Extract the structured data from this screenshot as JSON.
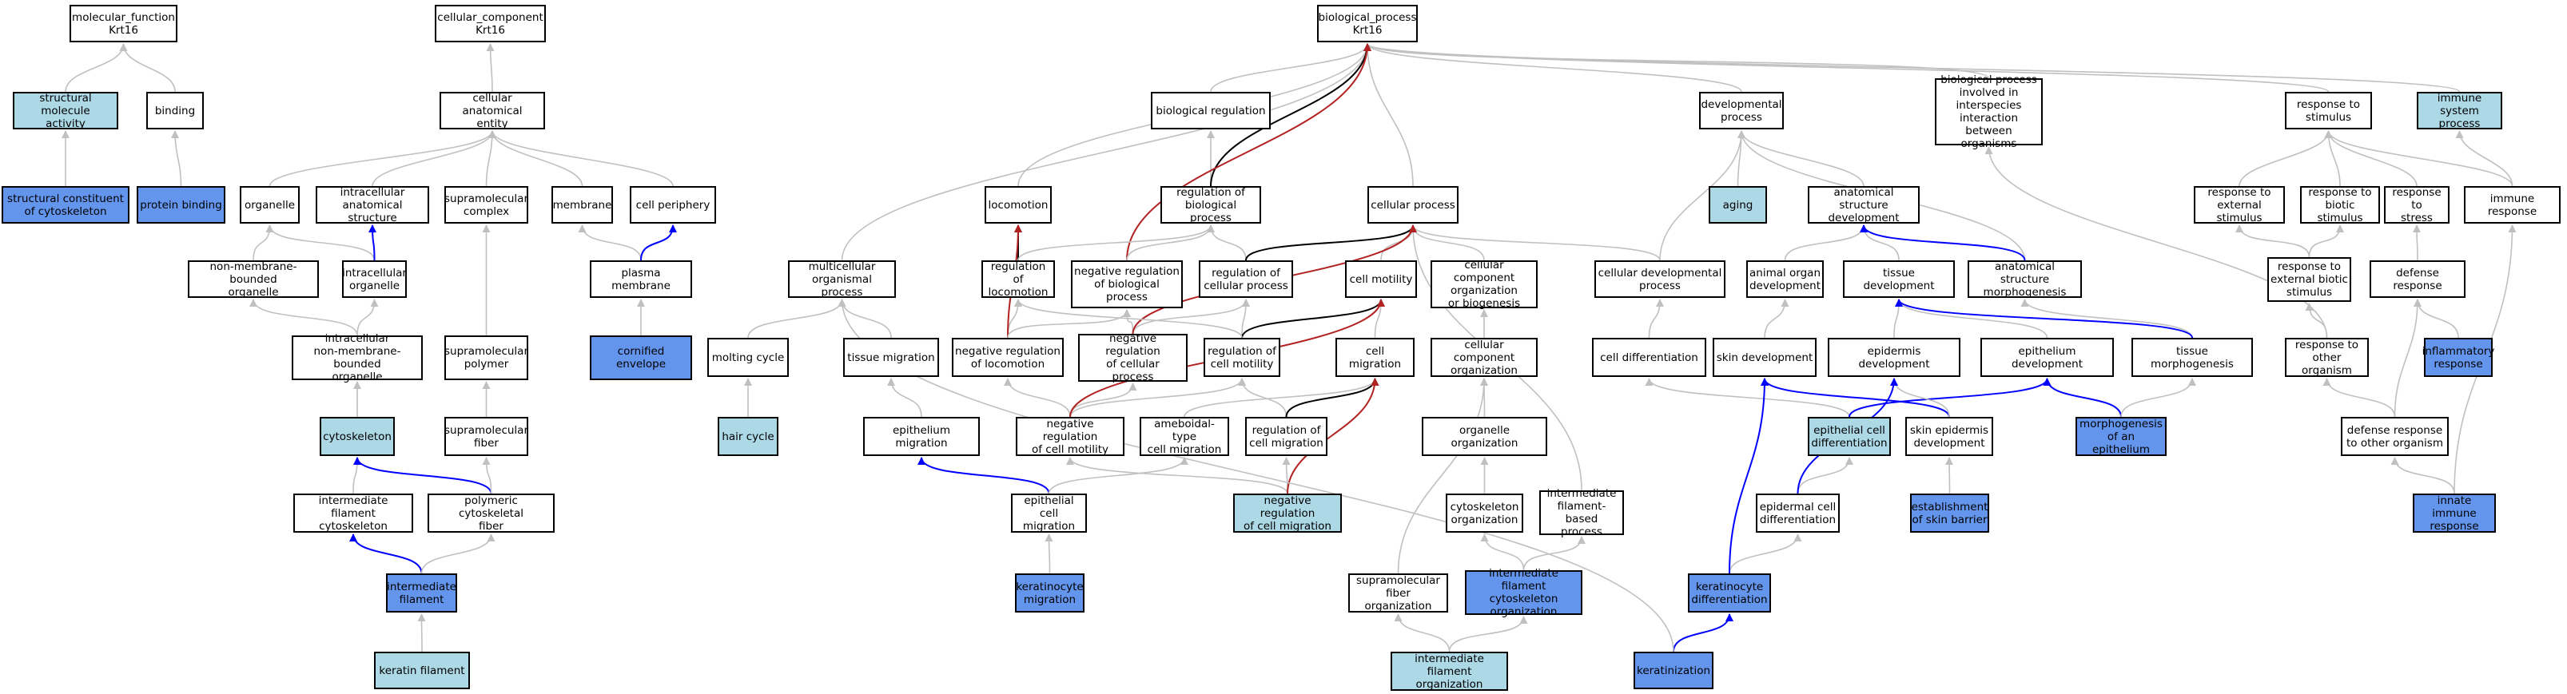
{
  "graph": {
    "nodes": {
      "mf_root": {
        "label": "molecular_function\nKrt16",
        "style": "plain"
      },
      "struct_mol": {
        "label": "structural molecule\nactivity",
        "style": "light"
      },
      "binding": {
        "label": "binding",
        "style": "plain"
      },
      "struct_const": {
        "label": "structural constituent\nof cytoskeleton",
        "style": "mid"
      },
      "protein_binding": {
        "label": "protein binding",
        "style": "mid"
      },
      "cc_root": {
        "label": "cellular_component\nKrt16",
        "style": "plain"
      },
      "cell_anat": {
        "label": "cellular anatomical\nentity",
        "style": "plain"
      },
      "organelle": {
        "label": "organelle",
        "style": "plain"
      },
      "intra_anat": {
        "label": "intracellular\nanatomical structure",
        "style": "plain"
      },
      "supramol_complex": {
        "label": "supramolecular\ncomplex",
        "style": "plain"
      },
      "membrane": {
        "label": "membrane",
        "style": "plain"
      },
      "cell_periphery": {
        "label": "cell periphery",
        "style": "plain"
      },
      "nonmem_org": {
        "label": "non-membrane-bounded\norganelle",
        "style": "plain"
      },
      "intra_org": {
        "label": "intracellular\norganelle",
        "style": "plain"
      },
      "plasma_mem": {
        "label": "plasma membrane",
        "style": "plain"
      },
      "intra_nonmem": {
        "label": "intracellular\nnon-membrane-bounded\norganelle",
        "style": "plain"
      },
      "supramol_polymer": {
        "label": "supramolecular\npolymer",
        "style": "plain"
      },
      "cornified": {
        "label": "cornified envelope",
        "style": "mid"
      },
      "cytoskeleton": {
        "label": "cytoskeleton",
        "style": "light"
      },
      "supramol_fiber": {
        "label": "supramolecular\nfiber",
        "style": "plain"
      },
      "if_cytoskel": {
        "label": "intermediate\nfilament cytoskeleton",
        "style": "plain"
      },
      "polymeric_fiber": {
        "label": "polymeric cytoskeletal\nfiber",
        "style": "plain"
      },
      "int_filament": {
        "label": "intermediate\nfilament",
        "style": "mid"
      },
      "keratin_filament": {
        "label": "keratin filament",
        "style": "light"
      },
      "bp_root": {
        "label": "biological_process\nKrt16",
        "style": "plain"
      },
      "bio_reg": {
        "label": "biological regulation",
        "style": "plain"
      },
      "dev_process": {
        "label": "developmental\nprocess",
        "style": "plain"
      },
      "interspecies": {
        "label": "biological process\ninvolved in\ninterspecies\ninteraction\nbetween organisms",
        "style": "plain"
      },
      "resp_stim": {
        "label": "response to\nstimulus",
        "style": "plain"
      },
      "immune_sys": {
        "label": "immune system\nprocess",
        "style": "light"
      },
      "locomotion": {
        "label": "locomotion",
        "style": "plain"
      },
      "reg_bio_proc": {
        "label": "regulation of\nbiological process",
        "style": "plain"
      },
      "cellular_proc": {
        "label": "cellular process",
        "style": "plain"
      },
      "aging": {
        "label": "aging",
        "style": "light"
      },
      "anat_dev": {
        "label": "anatomical structure\ndevelopment",
        "style": "plain"
      },
      "resp_ext": {
        "label": "response to\nexternal stimulus",
        "style": "plain"
      },
      "resp_biotic": {
        "label": "response to\nbiotic stimulus",
        "style": "plain"
      },
      "resp_stress": {
        "label": "response to\nstress",
        "style": "plain"
      },
      "immune_resp": {
        "label": "immune response",
        "style": "plain"
      },
      "multicell": {
        "label": "multicellular\norganismal process",
        "style": "plain"
      },
      "reg_locomotion": {
        "label": "regulation of\nlocomotion",
        "style": "plain"
      },
      "neg_reg_bio": {
        "label": "negative regulation\nof biological\nprocess",
        "style": "plain"
      },
      "reg_cell_proc": {
        "label": "regulation of\ncellular process",
        "style": "plain"
      },
      "cell_motility": {
        "label": "cell motility",
        "style": "plain"
      },
      "cc_org_biog": {
        "label": "cellular component\norganization\nor biogenesis",
        "style": "plain"
      },
      "cell_dev_proc": {
        "label": "cellular developmental\nprocess",
        "style": "plain"
      },
      "animal_organ": {
        "label": "animal organ\ndevelopment",
        "style": "plain"
      },
      "tissue_dev": {
        "label": "tissue development",
        "style": "plain"
      },
      "anat_morph": {
        "label": "anatomical structure\nmorphogenesis",
        "style": "plain"
      },
      "resp_ext_biotic": {
        "label": "response to\nexternal biotic\nstimulus",
        "style": "plain"
      },
      "defense_resp": {
        "label": "defense response",
        "style": "plain"
      },
      "molting": {
        "label": "molting cycle",
        "style": "plain"
      },
      "tissue_migration": {
        "label": "tissue migration",
        "style": "plain"
      },
      "neg_reg_loco": {
        "label": "negative regulation\nof locomotion",
        "style": "plain"
      },
      "neg_reg_cell_proc": {
        "label": "negative regulation\nof cellular\nprocess",
        "style": "plain"
      },
      "reg_cell_motility": {
        "label": "regulation of\ncell motility",
        "style": "plain"
      },
      "cell_migration": {
        "label": "cell migration",
        "style": "plain"
      },
      "cc_org": {
        "label": "cellular component\norganization",
        "style": "plain"
      },
      "cell_diff": {
        "label": "cell differentiation",
        "style": "plain"
      },
      "skin_dev": {
        "label": "skin development",
        "style": "plain"
      },
      "epidermis_dev": {
        "label": "epidermis development",
        "style": "plain"
      },
      "epithelium_dev": {
        "label": "epithelium development",
        "style": "plain"
      },
      "tissue_morph": {
        "label": "tissue morphogenesis",
        "style": "plain"
      },
      "resp_other_org": {
        "label": "response to\nother organism",
        "style": "plain"
      },
      "inflammatory": {
        "label": "inflammatory\nresponse",
        "style": "mid"
      },
      "hair_cycle": {
        "label": "hair cycle",
        "style": "light"
      },
      "epith_migration": {
        "label": "epithelium migration",
        "style": "plain"
      },
      "neg_reg_motility": {
        "label": "negative regulation\nof cell motility",
        "style": "plain"
      },
      "ameboid": {
        "label": "ameboidal-type\ncell migration",
        "style": "plain"
      },
      "reg_cell_migration": {
        "label": "regulation of\ncell migration",
        "style": "plain"
      },
      "organelle_org": {
        "label": "organelle organization",
        "style": "plain"
      },
      "epith_cell_diff": {
        "label": "epithelial cell\ndifferentiation",
        "style": "light"
      },
      "skin_epid_dev": {
        "label": "skin epidermis\ndevelopment",
        "style": "plain"
      },
      "morph_epith": {
        "label": "morphogenesis\nof an epithelium",
        "style": "mid"
      },
      "defense_other": {
        "label": "defense response\nto other organism",
        "style": "plain"
      },
      "epith_cell_mig": {
        "label": "epithelial cell\nmigration",
        "style": "plain"
      },
      "neg_reg_cell_mig": {
        "label": "negative regulation\nof cell migration",
        "style": "light"
      },
      "cytoskel_org": {
        "label": "cytoskeleton\norganization",
        "style": "plain"
      },
      "if_based": {
        "label": "intermediate\nfilament-based\nprocess",
        "style": "plain"
      },
      "epid_cell_diff": {
        "label": "epidermal cell\ndifferentiation",
        "style": "plain"
      },
      "skin_barrier": {
        "label": "establishment\nof skin barrier",
        "style": "mid"
      },
      "innate_immune": {
        "label": "innate immune\nresponse",
        "style": "mid"
      },
      "kerat_migration": {
        "label": "keratinocyte\nmigration",
        "style": "mid"
      },
      "supramol_fiber_org": {
        "label": "supramolecular\nfiber organization",
        "style": "plain"
      },
      "if_cytoskel_org": {
        "label": "intermediate\nfilament cytoskeleton\norganization",
        "style": "mid"
      },
      "kerat_diff": {
        "label": "keratinocyte\ndifferentiation",
        "style": "mid"
      },
      "if_org": {
        "label": "intermediate\nfilament organization",
        "style": "light"
      },
      "keratinization": {
        "label": "keratinization",
        "style": "mid"
      }
    },
    "edges": [
      [
        "struct_mol",
        "mf_root",
        "gray"
      ],
      [
        "binding",
        "mf_root",
        "gray"
      ],
      [
        "struct_const",
        "struct_mol",
        "gray"
      ],
      [
        "protein_binding",
        "binding",
        "gray"
      ],
      [
        "cell_anat",
        "cc_root",
        "gray"
      ],
      [
        "organelle",
        "cell_anat",
        "gray"
      ],
      [
        "intra_anat",
        "cell_anat",
        "gray"
      ],
      [
        "supramol_complex",
        "cell_anat",
        "gray"
      ],
      [
        "membrane",
        "cell_anat",
        "gray"
      ],
      [
        "cell_periphery",
        "cell_anat",
        "gray"
      ],
      [
        "nonmem_org",
        "organelle",
        "gray"
      ],
      [
        "intra_org",
        "organelle",
        "gray"
      ],
      [
        "intra_org",
        "intra_anat",
        "blue"
      ],
      [
        "plasma_mem",
        "membrane",
        "gray"
      ],
      [
        "plasma_mem",
        "cell_periphery",
        "blue"
      ],
      [
        "intra_nonmem",
        "nonmem_org",
        "gray"
      ],
      [
        "intra_nonmem",
        "intra_org",
        "gray"
      ],
      [
        "supramol_polymer",
        "supramol_complex",
        "gray"
      ],
      [
        "cornified",
        "plasma_mem",
        "gray"
      ],
      [
        "cytoskeleton",
        "intra_nonmem",
        "gray"
      ],
      [
        "supramol_fiber",
        "supramol_polymer",
        "gray"
      ],
      [
        "if_cytoskel",
        "cytoskeleton",
        "gray"
      ],
      [
        "polymeric_fiber",
        "cytoskeleton",
        "blue"
      ],
      [
        "polymeric_fiber",
        "supramol_fiber",
        "gray"
      ],
      [
        "int_filament",
        "if_cytoskel",
        "blue"
      ],
      [
        "int_filament",
        "polymeric_fiber",
        "gray"
      ],
      [
        "keratin_filament",
        "int_filament",
        "gray"
      ],
      [
        "bio_reg",
        "bp_root",
        "gray"
      ],
      [
        "dev_process",
        "bp_root",
        "gray"
      ],
      [
        "interspecies",
        "bp_root",
        "gray"
      ],
      [
        "resp_stim",
        "bp_root",
        "gray"
      ],
      [
        "immune_sys",
        "bp_root",
        "gray"
      ],
      [
        "locomotion",
        "bp_root",
        "gray"
      ],
      [
        "cellular_proc",
        "bp_root",
        "gray"
      ],
      [
        "multicell",
        "bp_root",
        "gray"
      ],
      [
        "reg_bio_proc",
        "bio_reg",
        "gray"
      ],
      [
        "reg_bio_proc",
        "bp_root",
        "black"
      ],
      [
        "neg_reg_bio",
        "bp_root",
        "red"
      ],
      [
        "aging",
        "dev_process",
        "gray"
      ],
      [
        "anat_dev",
        "dev_process",
        "gray"
      ],
      [
        "cell_dev_proc",
        "dev_process",
        "gray"
      ],
      [
        "anat_morph",
        "dev_process",
        "gray"
      ],
      [
        "resp_ext",
        "resp_stim",
        "gray"
      ],
      [
        "resp_biotic",
        "resp_stim",
        "gray"
      ],
      [
        "resp_stress",
        "resp_stim",
        "gray"
      ],
      [
        "immune_resp",
        "resp_stim",
        "gray"
      ],
      [
        "immune_resp",
        "immune_sys",
        "gray"
      ],
      [
        "resp_other_org",
        "interspecies",
        "gray"
      ],
      [
        "reg_locomotion",
        "locomotion",
        "black"
      ],
      [
        "reg_locomotion",
        "reg_bio_proc",
        "gray"
      ],
      [
        "neg_reg_bio",
        "reg_bio_proc",
        "gray"
      ],
      [
        "reg_cell_proc",
        "reg_bio_proc",
        "gray"
      ],
      [
        "reg_cell_proc",
        "cellular_proc",
        "black"
      ],
      [
        "cell_motility",
        "cellular_proc",
        "gray"
      ],
      [
        "cc_org_biog",
        "cellular_proc",
        "gray"
      ],
      [
        "cell_dev_proc",
        "cellular_proc",
        "gray"
      ],
      [
        "if_based",
        "cellular_proc",
        "gray"
      ],
      [
        "animal_organ",
        "anat_dev",
        "gray"
      ],
      [
        "tissue_dev",
        "anat_dev",
        "gray"
      ],
      [
        "anat_morph",
        "anat_dev",
        "blue"
      ],
      [
        "resp_ext_biotic",
        "resp_ext",
        "gray"
      ],
      [
        "resp_ext_biotic",
        "resp_biotic",
        "gray"
      ],
      [
        "defense_resp",
        "resp_stress",
        "gray"
      ],
      [
        "molting",
        "multicell",
        "gray"
      ],
      [
        "tissue_migration",
        "multicell",
        "gray"
      ],
      [
        "neg_reg_loco",
        "reg_locomotion",
        "gray"
      ],
      [
        "neg_reg_loco",
        "locomotion",
        "red"
      ],
      [
        "neg_reg_loco",
        "neg_reg_bio",
        "gray"
      ],
      [
        "neg_reg_cell_proc",
        "neg_reg_bio",
        "gray"
      ],
      [
        "neg_reg_cell_proc",
        "reg_cell_proc",
        "gray"
      ],
      [
        "neg_reg_cell_proc",
        "cellular_proc",
        "red"
      ],
      [
        "reg_cell_motility",
        "reg_cell_proc",
        "gray"
      ],
      [
        "reg_cell_motility",
        "cell_motility",
        "black"
      ],
      [
        "reg_cell_motility",
        "reg_locomotion",
        "gray"
      ],
      [
        "cell_migration",
        "cell_motility",
        "gray"
      ],
      [
        "cc_org",
        "cc_org_biog",
        "gray"
      ],
      [
        "cell_diff",
        "cell_dev_proc",
        "gray"
      ],
      [
        "skin_dev",
        "animal_organ",
        "gray"
      ],
      [
        "epidermis_dev",
        "tissue_dev",
        "gray"
      ],
      [
        "epithelium_dev",
        "tissue_dev",
        "gray"
      ],
      [
        "tissue_morph",
        "anat_morph",
        "gray"
      ],
      [
        "tissue_morph",
        "tissue_dev",
        "blue"
      ],
      [
        "resp_other_org",
        "resp_ext_biotic",
        "gray"
      ],
      [
        "defense_other",
        "defense_resp",
        "gray"
      ],
      [
        "defense_other",
        "resp_other_org",
        "gray"
      ],
      [
        "inflammatory",
        "defense_resp",
        "gray"
      ],
      [
        "hair_cycle",
        "molting",
        "gray"
      ],
      [
        "epith_migration",
        "tissue_migration",
        "gray"
      ],
      [
        "neg_reg_motility",
        "reg_cell_motility",
        "gray"
      ],
      [
        "neg_reg_motility",
        "neg_reg_loco",
        "gray"
      ],
      [
        "neg_reg_motility",
        "neg_reg_cell_proc",
        "gray"
      ],
      [
        "neg_reg_motility",
        "cell_motility",
        "red"
      ],
      [
        "ameboid",
        "cell_migration",
        "gray"
      ],
      [
        "reg_cell_migration",
        "reg_cell_motility",
        "gray"
      ],
      [
        "reg_cell_migration",
        "cell_migration",
        "black"
      ],
      [
        "organelle_org",
        "cc_org",
        "gray"
      ],
      [
        "epith_cell_diff",
        "cell_diff",
        "gray"
      ],
      [
        "epith_cell_diff",
        "epithelium_dev",
        "blue"
      ],
      [
        "skin_epid_dev",
        "skin_dev",
        "blue"
      ],
      [
        "skin_epid_dev",
        "epidermis_dev",
        "gray"
      ],
      [
        "morph_epith",
        "epithelium_dev",
        "blue"
      ],
      [
        "morph_epith",
        "tissue_morph",
        "gray"
      ],
      [
        "epith_cell_mig",
        "epith_migration",
        "blue"
      ],
      [
        "epith_cell_mig",
        "ameboid",
        "gray"
      ],
      [
        "neg_reg_cell_mig",
        "reg_cell_migration",
        "gray"
      ],
      [
        "neg_reg_cell_mig",
        "neg_reg_motility",
        "gray"
      ],
      [
        "neg_reg_cell_mig",
        "cell_migration",
        "red"
      ],
      [
        "cytoskel_org",
        "organelle_org",
        "gray"
      ],
      [
        "epid_cell_diff",
        "epith_cell_diff",
        "gray"
      ],
      [
        "epid_cell_diff",
        "epidermis_dev",
        "blue"
      ],
      [
        "skin_barrier",
        "skin_epid_dev",
        "gray"
      ],
      [
        "innate_immune",
        "defense_other",
        "gray"
      ],
      [
        "innate_immune",
        "immune_resp",
        "gray"
      ],
      [
        "kerat_migration",
        "epith_cell_mig",
        "gray"
      ],
      [
        "supramol_fiber_org",
        "cc_org",
        "gray"
      ],
      [
        "if_cytoskel_org",
        "cytoskel_org",
        "gray"
      ],
      [
        "if_cytoskel_org",
        "if_based",
        "gray"
      ],
      [
        "kerat_diff",
        "epid_cell_diff",
        "gray"
      ],
      [
        "kerat_diff",
        "skin_dev",
        "blue"
      ],
      [
        "if_org",
        "supramol_fiber_org",
        "gray"
      ],
      [
        "if_org",
        "if_cytoskel_org",
        "gray"
      ],
      [
        "keratinization",
        "kerat_diff",
        "blue"
      ],
      [
        "keratinization",
        "multicell",
        "gray"
      ]
    ],
    "edge_colors": {
      "gray": "#c0c0c0",
      "black": "#000000",
      "blue": "#0000ff",
      "red": "#b22222"
    },
    "fill_colors": {
      "plain": "#ffffff",
      "light": "#add8e6",
      "mid": "#6495ed"
    }
  }
}
